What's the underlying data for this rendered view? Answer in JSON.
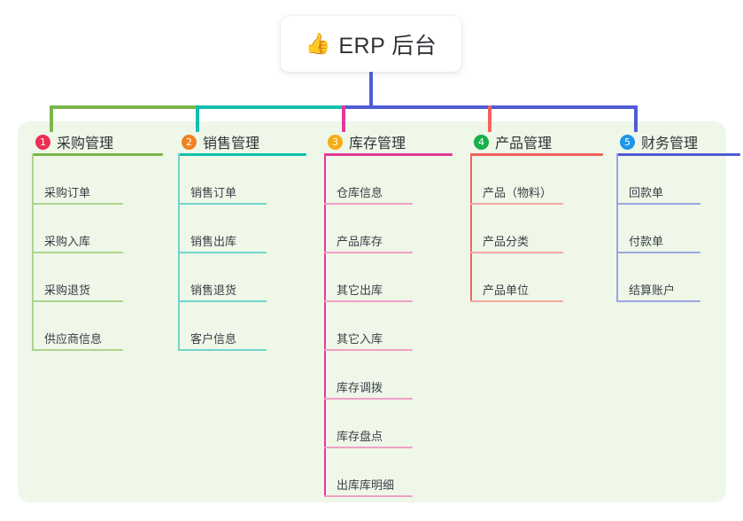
{
  "root": {
    "icon": "thumbs-up-icon",
    "icon_glyph": "👍",
    "title": "ERP 后台"
  },
  "panel": {
    "background_color": "#eef7e8"
  },
  "connector": {
    "trunk_color": "#4f5bd5",
    "segments": [
      {
        "color": "#7ab648"
      },
      {
        "color": "#10bfae"
      },
      {
        "color": "#4f5bd5"
      },
      {
        "color": "#4f5bd5"
      }
    ],
    "drops": [
      {
        "color": "#7ab648"
      },
      {
        "color": "#10bfae"
      },
      {
        "color": "#e5399a"
      },
      {
        "color": "#f4625e"
      },
      {
        "color": "#4f5bd5"
      }
    ]
  },
  "columns": [
    {
      "index": "1",
      "badge_number": "1",
      "badge_color": "#ec2f56",
      "label": "采购管理",
      "rule_color": "#7ab648",
      "leaf_rule_color": "#aed48c",
      "stem_color": "#aed48c",
      "items": [
        {
          "label": "采购订单"
        },
        {
          "label": "采购入库"
        },
        {
          "label": "采购退货"
        },
        {
          "label": "供应商信息"
        }
      ]
    },
    {
      "index": "2",
      "badge_number": "2",
      "badge_color": "#f08223",
      "label": "销售管理",
      "rule_color": "#10bfae",
      "leaf_rule_color": "#72d5cb",
      "stem_color": "#72d5cb",
      "items": [
        {
          "label": "销售订单"
        },
        {
          "label": "销售出库"
        },
        {
          "label": "销售退货"
        },
        {
          "label": "客户信息"
        }
      ]
    },
    {
      "index": "3",
      "badge_number": "3",
      "badge_color": "#f5ac16",
      "label": "库存管理",
      "rule_color": "#e5399a",
      "leaf_rule_color": "#f0a0c8",
      "stem_color": "#e5399a",
      "items": [
        {
          "label": "仓库信息"
        },
        {
          "label": "产品库存"
        },
        {
          "label": "其它出库"
        },
        {
          "label": "其它入库"
        },
        {
          "label": "库存调拨"
        },
        {
          "label": "库存盘点"
        },
        {
          "label": "出库库明细"
        }
      ]
    },
    {
      "index": "4",
      "badge_number": "4",
      "badge_color": "#18b04a",
      "label": "产品管理",
      "rule_color": "#f4625e",
      "leaf_rule_color": "#f7a6a0",
      "stem_color": "#f4625e",
      "items": [
        {
          "label": "产品（物料）"
        },
        {
          "label": "产品分类"
        },
        {
          "label": "产品单位"
        }
      ]
    },
    {
      "index": "5",
      "badge_number": "5",
      "badge_color": "#1e95e8",
      "label": "财务管理",
      "rule_color": "#4f5bd5",
      "leaf_rule_color": "#9aa6e2",
      "stem_color": "#9aa6e2",
      "items": [
        {
          "label": "回款单"
        },
        {
          "label": "付款单"
        },
        {
          "label": "结算账户"
        }
      ]
    }
  ]
}
